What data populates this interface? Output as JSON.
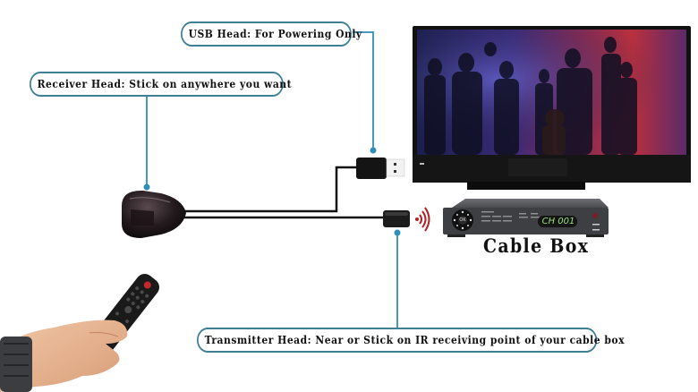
{
  "diagram": {
    "callouts": {
      "usb_head": "USB Head: For Powering Only",
      "receiver_head": "Receiver Head: Stick on anywhere you want",
      "transmitter_head": "Transmitter Head: Near or Stick on IR receiving point of your cable box"
    },
    "devices": {
      "cable_box_label": "Cable Box",
      "cable_box_display": "CH 001",
      "cable_box_ok_button": "OK"
    },
    "colors": {
      "callout_border": "#3f7f96",
      "connector_line": "#2e8fb8",
      "connector_dot": "#2e8fb8",
      "ir_signal": "#b01e22",
      "display_text": "#9be07a"
    }
  }
}
